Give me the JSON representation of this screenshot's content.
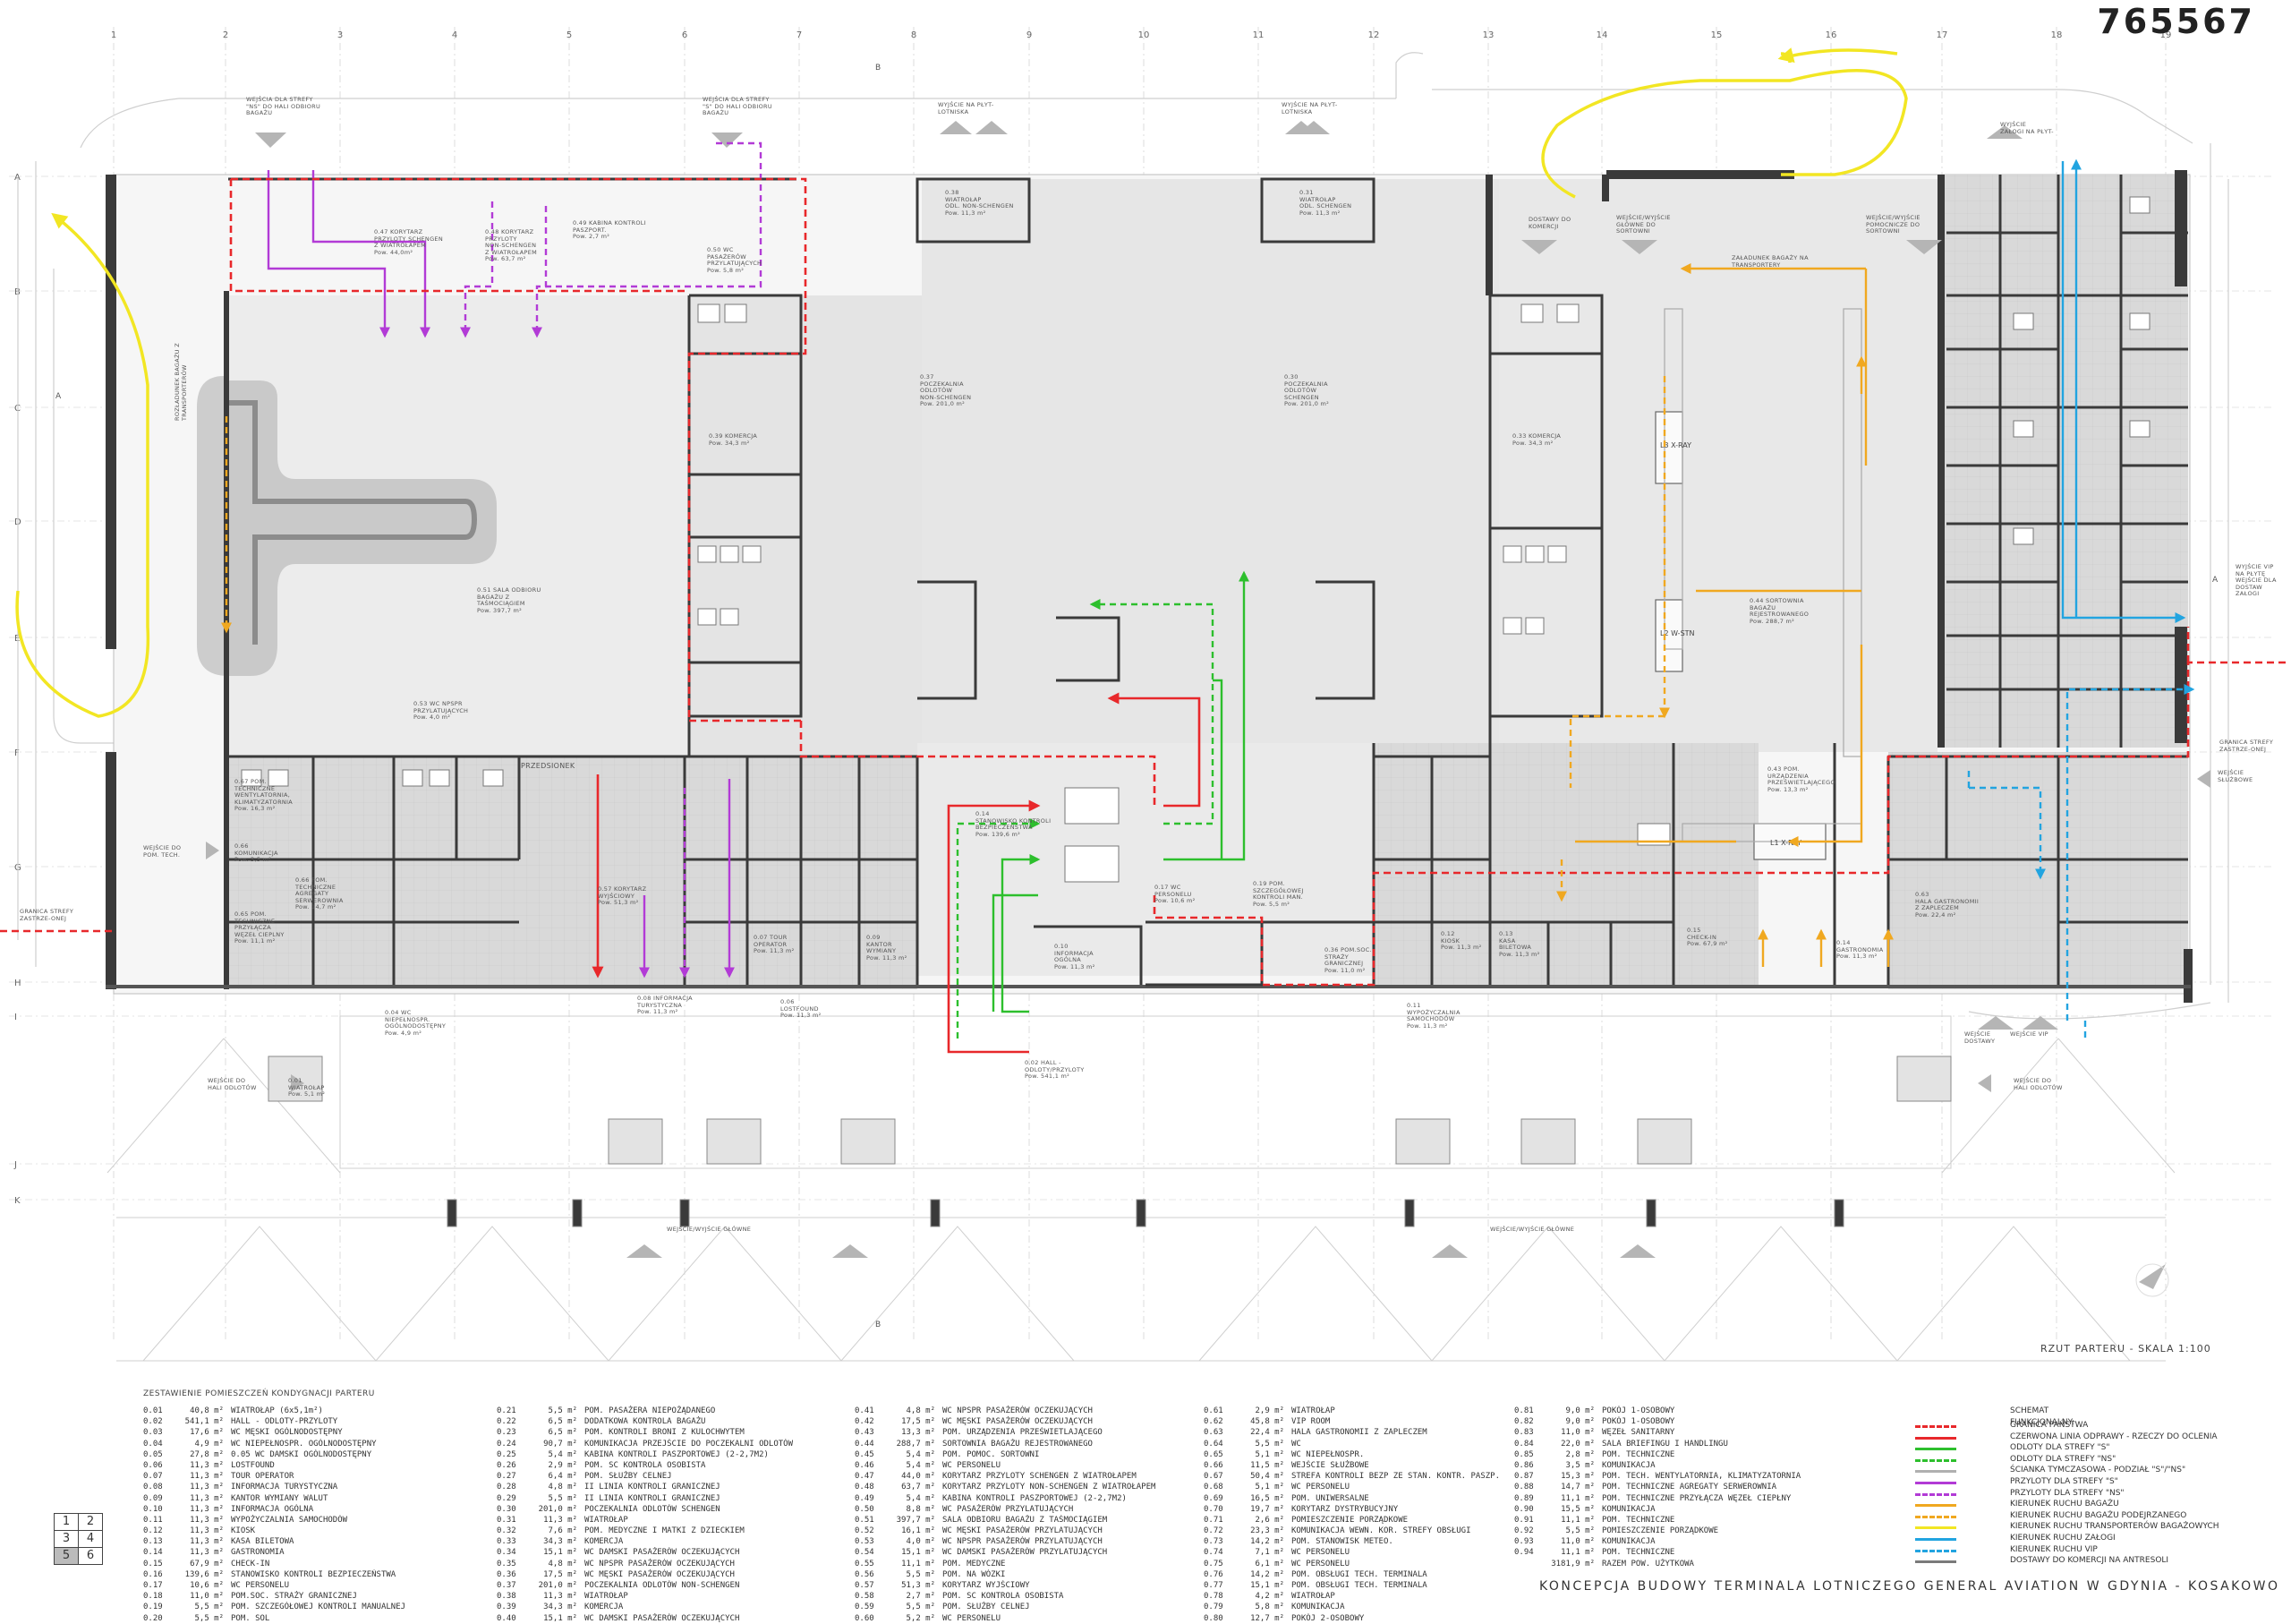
{
  "project_id": "765567",
  "drawing_title": "KONCEPCJA BUDOWY TERMINALA LOTNICZEGO GENERAL AVIATION W GDYNIA - KOSAKOWO",
  "scale_label": "RZUT PARTERU - SKALA 1:100",
  "table_title": "ZESTAWIENIE POMIESZCZEŃ KONDYGNACJI PARTERU",
  "grid_columns": [
    "1",
    "2",
    "3",
    "4",
    "5",
    "6",
    "7",
    "8",
    "9",
    "10",
    "11",
    "12",
    "13",
    "14",
    "15",
    "16",
    "17",
    "18",
    "19"
  ],
  "grid_rows": [
    "A",
    "B",
    "C",
    "D",
    "E",
    "F",
    "G",
    "H",
    "I",
    "J",
    "K"
  ],
  "section_marks": [
    "A",
    "A",
    "B",
    "B"
  ],
  "key_map": [
    "1",
    "2",
    "3",
    "4",
    "5",
    "6"
  ],
  "entrance_labels": {
    "ns_hall": "WEJŚCIA DLA STREFY\n\"NS\" DO HALI ODBIORU\nBAGAŻU",
    "s_hall": "WEJŚCIA DLA STREFY\n\"S\" DO HALI ODBIORU\nBAGAŻU",
    "apron_exit_1": "WYJŚCIE NA PŁYT-\nLOTNISKA",
    "apron_exit_2": "WYJŚCIE NA PŁYT-\nLOTNISKA",
    "crew_exit": "WYJŚCIE\nZAŁOGI NA PŁYT-",
    "deliveries": "DOSTAWY DO\nKOMERCJI",
    "sorting": "WEJŚCIE/WYJŚCIE\nGŁÓWNE DO\nSORTOWNI",
    "aux": "WEJŚCIE/WYJŚCIE\nPOMOCNICZE DO\nSORTOWNI",
    "baggage_loading": "ZAŁADUNEK BAGAŻY NA\nTRANSPORTERY",
    "baggage_unloading": "ROZŁADUNEK BAGAŻU Z\nTRANSPORTERÓW",
    "vip": "WYJŚCIE VIP\nNA PŁYTĘ\nWEJŚCIE DLA\nDOSTAW\nZAŁOGI",
    "border_right": "GRANICA STREFY\nZASTRZE-ONEJ",
    "border_left": "GRANICA STREFY\nZASTRZE-ONEJ",
    "staff": "WEJŚCIE\nSŁUŻBOWE",
    "tech": "WEJŚCIE DO\nPOM. TECH.",
    "dep_hall_left": "WEJŚCIE DO\nHALI ODLOTÓW",
    "dep_hall_right": "WEJŚCIE DO\nHALI ODLOTÓW",
    "main_left": "WEJŚCIE/WYJŚCIE GŁÓWNE",
    "main_right": "WEJŚCIE/WYJŚCIE GŁÓWNE",
    "vip_deliveries": "WEJŚCIE\nDOSTAWY",
    "vip_entry": "WEJŚCIE VIP",
    "customs_booth": "PRZEDSIONEK"
  },
  "room_labels": [
    "0.47 KORYTARZ\nPRZYLOTY SCHENGEN\nZ WIATROŁAPEM\nPow. 44,0m²",
    "0.48 KORYTARZ\nPRZYLOTY\nNON-SCHENGEN\nZ WIATROŁAPEM\nPow. 63,7 m²",
    "0.49 KABINA KONTROLI\nPASZPORT.\nPow. 2,7 m²",
    "0.50 WC\nPASAŻERÓW\nPRZYLATUJĄCYCH\nPow. 5,8 m²",
    "0.38\nWIATROŁAP\nODL. NON-SCHENGEN\nPow. 11,3 m²",
    "0.31\nWIATROŁAP\nODL. SCHENGEN\nPow. 11,3 m²",
    "0.37\nPOCZEKALNIA\nODLOTÓW\nNON-SCHENGEN\nPow. 201,0 m²",
    "0.30\nPOCZEKALNIA\nODLOTÓW\nSCHENGEN\nPow. 201,0 m²",
    "0.39 KOMERCJA\nPow. 34,3 m²",
    "0.33 KOMERCJA\nPow. 34,3 m²",
    "0.51 SALA ODBIORU\nBAGAŻU Z\nTAŚMOCIĄGIEM\nPow. 397,7 m²",
    "0.44 SORTOWNIA\nBAGAŻU\nREJESTROWANEGO\nPow. 288,7 m²",
    "0.14\nSTANOWISKO KONTROLI\nBEZPIECZEŃSTWA\nPow. 139,6 m²",
    "0.02 HALL -\nODLOTY/PRZYLOTY\nPow. 541,1 m²",
    "0.15\nCHECK-IN\nPow. 67,9 m²",
    "0.63\nHALA GASTRONOMII\nZ ZAPLECZEM\nPow. 22,4 m²",
    "0.19 POM.\nSZCZEGÓŁOWEJ\nKONTROLI MAN.\nPow. 5,5 m²",
    "0.17 WC\nPERSONELU\nPow. 10,6 m²",
    "0.10\nINFORMACJA\nOGÓLNA\nPow. 11,3 m²",
    "0.06\nLOSTFOUND\nPow. 11,3 m²",
    "0.07 TOUR\nOPERATOR\nPow. 11,3 m²",
    "0.09\nKANTOR\nWYMIANY\nPow. 11,3 m²",
    "0.11\nWYPOŻYCZALNIA\nSAMOCHODÓW\nPow. 11,3 m²",
    "0.12\nKIOSK\nPow. 11,3 m²",
    "0.13\nKASA\nBILETOWA\nPow. 11,3 m²",
    "0.14\nGASTRONOMIA\nPow. 11,3 m²",
    "0.36 POM.SOC.\nSTRAŻY\nGRANICZNEJ\nPow. 11,0 m²",
    "0.43 POM.\nURZĄDZENIA\nPRZEŚWIETLAJĄCEGO\nPow. 13,3 m²",
    "0.01\nWIATROŁAP\nPow. 5,1 m²",
    "0.04 WC\nNIEPEŁNOSPR.\nOGÓLNODOSTĘPNY\nPow. 4,9 m²",
    "0.08 INFORMACJA\nTURYSTYCZNA\nPow. 11,3 m²",
    "0.57 KORYTARZ\nWYJŚCIOWY\nPow. 51,3 m²",
    "0.53 WC NPSPR\nPRZYLATUJĄCYCH\nPow. 4,0 m²",
    "0.67 POM.\nTECHNICZNE\nWENTYLATORNIA,\nKLIMATYZATORNIA\nPow. 16,3 m²",
    "0.66\nKOMUNIKACJA\nPow. 3,5 m²",
    "0.65 POM.\nTECHNICZNE\nPRZYŁĄCZA\nWĘZEŁ CIEPLNY\nPow. 11,1 m²",
    "0.66 POM.\nTECHNICZNE\nAGREGATY\nSERWEROWNIA\nPow. 14,7 m²"
  ],
  "room_table": [
    [
      "0.01",
      "40,8 m²",
      "WIATROŁAP (6x5,1m²)"
    ],
    [
      "0.02",
      "541,1 m²",
      "HALL - ODLOTY-PRZYLOTY"
    ],
    [
      "0.03",
      "17,6 m²",
      "WC MĘSKI OGÓLNODOSTĘPNY"
    ],
    [
      "0.04",
      "4,9 m²",
      "WC NIEPEŁNOSPR. OGÓLNODOSTĘPNY"
    ],
    [
      "0.05",
      "27,8 m²",
      "0.05 WC DAMSKI OGÓLNODOSTĘPNY"
    ],
    [
      "0.06",
      "11,3 m²",
      "LOSTFOUND"
    ],
    [
      "0.07",
      "11,3 m²",
      "TOUR OPERATOR"
    ],
    [
      "0.08",
      "11,3 m²",
      "INFORMACJA TURYSTYCZNA"
    ],
    [
      "0.09",
      "11,3 m²",
      "KANTOR WYMIANY WALUT"
    ],
    [
      "0.10",
      "11,3 m²",
      "INFORMACJA OGÓLNA"
    ],
    [
      "0.11",
      "11,3 m²",
      "WYPOŻYCZALNIA SAMOCHODÓW"
    ],
    [
      "0.12",
      "11,3 m²",
      "KIOSK"
    ],
    [
      "0.13",
      "11,3 m²",
      "KASA BILETOWA"
    ],
    [
      "0.14",
      "11,3 m²",
      "GASTRONOMIA"
    ],
    [
      "0.15",
      "67,9 m²",
      "CHECK-IN"
    ],
    [
      "0.16",
      "139,6 m²",
      "STANOWISKO KONTROLI BEZPIECZEŃSTWA"
    ],
    [
      "0.17",
      "10,6 m²",
      "WC PERSONELU"
    ],
    [
      "0.18",
      "11,0 m²",
      "POM.SOC. STRAŻY GRANICZNEJ"
    ],
    [
      "0.19",
      "5,5 m²",
      "POM. SZCZEGÓŁOWEJ KONTROLI MANUALNEJ"
    ],
    [
      "0.20",
      "5,5 m²",
      "POM. SOL"
    ],
    [
      "0.21",
      "5,5 m²",
      "POM. PASAŻERA NIEPOŻĄDANEGO"
    ],
    [
      "0.22",
      "6,5 m²",
      "DODATKOWA KONTROLA BAGAŻU"
    ],
    [
      "0.23",
      "6,5 m²",
      "POM. KONTROLI BRONI Z KULOCHWYTEM"
    ],
    [
      "0.24",
      "90,7 m²",
      "KOMUNIKACJA PRZEJŚCIE DO POCZEKALNI ODLOTÓW"
    ],
    [
      "0.25",
      "5,4 m²",
      "KABINA KONTROLI PASZPORTOWEJ (2-2,7M2)"
    ],
    [
      "0.26",
      "2,9 m²",
      "POM. SC KONTROLA OSOBISTA"
    ],
    [
      "0.27",
      "6,4 m²",
      "POM. SŁUŻBY CELNEJ"
    ],
    [
      "0.28",
      "4,8 m²",
      "II LINIA KONTROLI GRANICZNEJ"
    ],
    [
      "0.29",
      "5,5 m²",
      "II LINIA KONTROLI GRANICZNEJ"
    ],
    [
      "0.30",
      "201,0 m²",
      "POCZEKALNIA ODLOTÓW SCHENGEN"
    ],
    [
      "0.31",
      "11,3 m²",
      "WIATROŁAP"
    ],
    [
      "0.32",
      "7,6 m²",
      "POM. MEDYCZNE I MATKI Z DZIECKIEM"
    ],
    [
      "0.33",
      "34,3 m²",
      "KOMERCJA"
    ],
    [
      "0.34",
      "15,1 m²",
      "WC DAMSKI PASAŻERÓW OCZEKUJĄCYCH"
    ],
    [
      "0.35",
      "4,8 m²",
      "WC NPSPR PASAŻERÓW OCZEKUJĄCYCH"
    ],
    [
      "0.36",
      "17,5 m²",
      "WC MĘSKI PASAŻERÓW OCZEKUJĄCYCH"
    ],
    [
      "0.37",
      "201,0 m²",
      "POCZEKALNIA ODLOTÓW NON-SCHENGEN"
    ],
    [
      "0.38",
      "11,3 m²",
      "WIATROŁAP"
    ],
    [
      "0.39",
      "34,3 m²",
      "KOMERCJA"
    ],
    [
      "0.40",
      "15,1 m²",
      "WC DAMSKI PASAŻERÓW OCZEKUJĄCYCH"
    ],
    [
      "0.41",
      "4,8 m²",
      "WC NPSPR PASAŻERÓW OCZEKUJĄCYCH"
    ],
    [
      "0.42",
      "17,5 m²",
      "WC MĘSKI PASAŻERÓW OCZEKUJĄCYCH"
    ],
    [
      "0.43",
      "13,3 m²",
      "POM. URZĄDZENIA PRZEŚWIETLAJĄCEGO"
    ],
    [
      "0.44",
      "288,7 m²",
      "SORTOWNIA BAGAŻU REJESTROWANEGO"
    ],
    [
      "0.45",
      "5,4 m²",
      "POM. POMOC. SORTOWNI"
    ],
    [
      "0.46",
      "5,4 m²",
      "WC PERSONELU"
    ],
    [
      "0.47",
      "44,0 m²",
      "KORYTARZ PRZYLOTY SCHENGEN Z WIATROŁAPEM"
    ],
    [
      "0.48",
      "63,7 m²",
      "KORYTARZ PRZYLOTY NON-SCHENGEN Z WIATROŁAPEM"
    ],
    [
      "0.49",
      "5,4 m²",
      "KABINA KONTROLI PASZPORTOWEJ (2-2,7M2)"
    ],
    [
      "0.50",
      "8,8 m²",
      "WC PASAŻERÓW PRZYLATUJĄCYCH"
    ],
    [
      "0.51",
      "397,7 m²",
      "SALA ODBIORU BAGAŻU Z TAŚMOCIĄGIEM"
    ],
    [
      "0.52",
      "16,1 m²",
      "WC MĘSKI PASAŻERÓW PRZYLATUJĄCYCH"
    ],
    [
      "0.53",
      "4,0 m²",
      "WC NPSPR PASAŻERÓW PRZYLATUJĄCYCH"
    ],
    [
      "0.54",
      "15,1 m²",
      "WC DAMSKI PASAŻERÓW PRZYLATUJĄCYCH"
    ],
    [
      "0.55",
      "11,1 m²",
      "POM. MEDYCZNE"
    ],
    [
      "0.56",
      "5,5 m²",
      "POM. NA WÓZKI"
    ],
    [
      "0.57",
      "51,3 m²",
      "KORYTARZ WYJŚCIOWY"
    ],
    [
      "0.58",
      "2,7 m²",
      "POM. SC KONTROLA OSOBISTA"
    ],
    [
      "0.59",
      "5,5 m²",
      "POM. SŁUŻBY CELNEJ"
    ],
    [
      "0.60",
      "5,2 m²",
      "WC PERSONELU"
    ],
    [
      "0.61",
      "2,9 m²",
      "WIATROŁAP"
    ],
    [
      "0.62",
      "45,8 m²",
      "VIP ROOM"
    ],
    [
      "0.63",
      "22,4 m²",
      "HALA GASTRONOMII Z ZAPLECZEM"
    ],
    [
      "0.64",
      "5,5 m²",
      "WC"
    ],
    [
      "0.65",
      "5,1 m²",
      "WC NIEPEŁNOSPR."
    ],
    [
      "0.66",
      "11,5 m²",
      "WEJŚCIE SŁUŻBOWE"
    ],
    [
      "0.67",
      "50,4 m²",
      "STREFA KONTROLI BEZP ZE STAN. KONTR. PASZP."
    ],
    [
      "0.68",
      "5,1 m²",
      "WC PERSONELU"
    ],
    [
      "0.69",
      "16,5 m²",
      "POM. UNIWERSALNE"
    ],
    [
      "0.70",
      "19,7 m²",
      "KORYTARZ DYSTRYBUCYJNY"
    ],
    [
      "0.71",
      "2,6 m²",
      "POMIESZCZENIE PORZĄDKOWE"
    ],
    [
      "0.72",
      "23,3 m²",
      "KOMUNIKACJA WEWN. KOR. STREFY OBSŁUGI"
    ],
    [
      "0.73",
      "14,2 m²",
      "POM. STANOWISK METEO."
    ],
    [
      "0.74",
      "7,1 m²",
      "WC PERSONELU"
    ],
    [
      "0.75",
      "6,1 m²",
      "WC PERSONELU"
    ],
    [
      "0.76",
      "14,2 m²",
      "POM. OBSŁUGI TECH. TERMINALA"
    ],
    [
      "0.77",
      "15,1 m²",
      "POM. OBSŁUGI TECH. TERMINALA"
    ],
    [
      "0.78",
      "4,2 m²",
      "WIATROŁAP"
    ],
    [
      "0.79",
      "5,8 m²",
      "KOMUNIKACJA"
    ],
    [
      "0.80",
      "12,7 m²",
      "POKÓJ 2-OSOBOWY"
    ],
    [
      "0.81",
      "9,0 m²",
      "POKÓJ 1-OSOBOWY"
    ],
    [
      "0.82",
      "9,0 m²",
      "POKÓJ 1-OSOBOWY"
    ],
    [
      "0.83",
      "11,0 m²",
      "WĘZEŁ SANITARNY"
    ],
    [
      "0.84",
      "22,0 m²",
      "SALA BRIEFINGU I HANDLINGU"
    ],
    [
      "0.85",
      "2,8 m²",
      "POM. TECHNICZNE"
    ],
    [
      "0.86",
      "3,5 m²",
      "KOMUNIKACJA"
    ],
    [
      "0.87",
      "15,3 m²",
      "POM. TECH. WENTYLATORNIA, KLIMATYZATORNIA"
    ],
    [
      "0.88",
      "14,7 m²",
      "POM. TECHNICZNE AGREGATY SERWEROWNIA"
    ],
    [
      "0.89",
      "11,1 m²",
      "POM. TECHNICZNE PRZYŁĄCZA WĘZEŁ CIEPŁNY"
    ],
    [
      "0.90",
      "15,5 m²",
      "KOMUNIKACJA"
    ],
    [
      "0.91",
      "11,1 m²",
      "POM. TECHNICZNE"
    ],
    [
      "0.92",
      "5,5 m²",
      "POMIESZCZENIE PORZĄDKOWE"
    ],
    [
      "0.93",
      "11,0 m²",
      "KOMUNIKACJA"
    ],
    [
      "0.94",
      "11,1 m²",
      "POM. TECHNICZNE"
    ],
    [
      "",
      "3181,9 m²",
      "RAZEM POW. UŻYTKOWA"
    ]
  ],
  "legend_title": "SCHEMAT FUNKCJONALNY:",
  "legend": [
    {
      "label": "GRANICA PAŃSTWA",
      "color": "#e8282b",
      "dashed": true
    },
    {
      "label": "CZERWONA LINIA ODPRAWY - RZECZY DO OCLENIA",
      "color": "#e8282b",
      "dashed": false
    },
    {
      "label": "ODLOTY DLA STREFY \"S\"",
      "color": "#2dbf2d",
      "dashed": false
    },
    {
      "label": "ODLOTY DLA STREFY \"NS\"",
      "color": "#2dbf2d",
      "dashed": true
    },
    {
      "label": "ŚCIANKA TYMCZASOWA - PODZIAŁ \"S\"/\"NS\"",
      "color": "#b0b0b0",
      "dashed": false
    },
    {
      "label": "PRZYLOTY DLA STREFY \"S\"",
      "color": "#b23bd6",
      "dashed": false
    },
    {
      "label": "PRZYLOTY DLA STREFY \"NS\"",
      "color": "#b23bd6",
      "dashed": true
    },
    {
      "label": "KIERUNEK RUCHU BAGAŻU",
      "color": "#f0a820",
      "dashed": false
    },
    {
      "label": "KIERUNEK RUCHU BAGAŻU PODEJRZANEGO",
      "color": "#f0a820",
      "dashed": true
    },
    {
      "label": "KIERUNEK RUCHU TRANSPORTERÓW BAGAŻOWYCH",
      "color": "#f2e623",
      "dashed": false
    },
    {
      "label": "KIERUNEK RUCHU ZAŁOGI",
      "color": "#22a4e0",
      "dashed": false
    },
    {
      "label": "KIERUNEK RUCHU VIP",
      "color": "#22a4e0",
      "dashed": true
    },
    {
      "label": "DOSTAWY DO KOMERCJI NA ANTRESOLI",
      "color": "#7a7a7a",
      "dashed": false
    }
  ],
  "colors": {
    "wall": "#3a3a3a",
    "floor": "#e1e1e1",
    "floor_light": "#eeeeee",
    "border_line": "#e8282b",
    "arrivals": "#b23bd6",
    "departures": "#2dbf2d",
    "baggage": "#f0a820",
    "transporter": "#f2e623",
    "crew": "#22a4e0"
  },
  "icons": [
    "north-arrow-icon",
    "entry-arrow-icon",
    "wc-fixture-icon",
    "escalator-icon"
  ]
}
